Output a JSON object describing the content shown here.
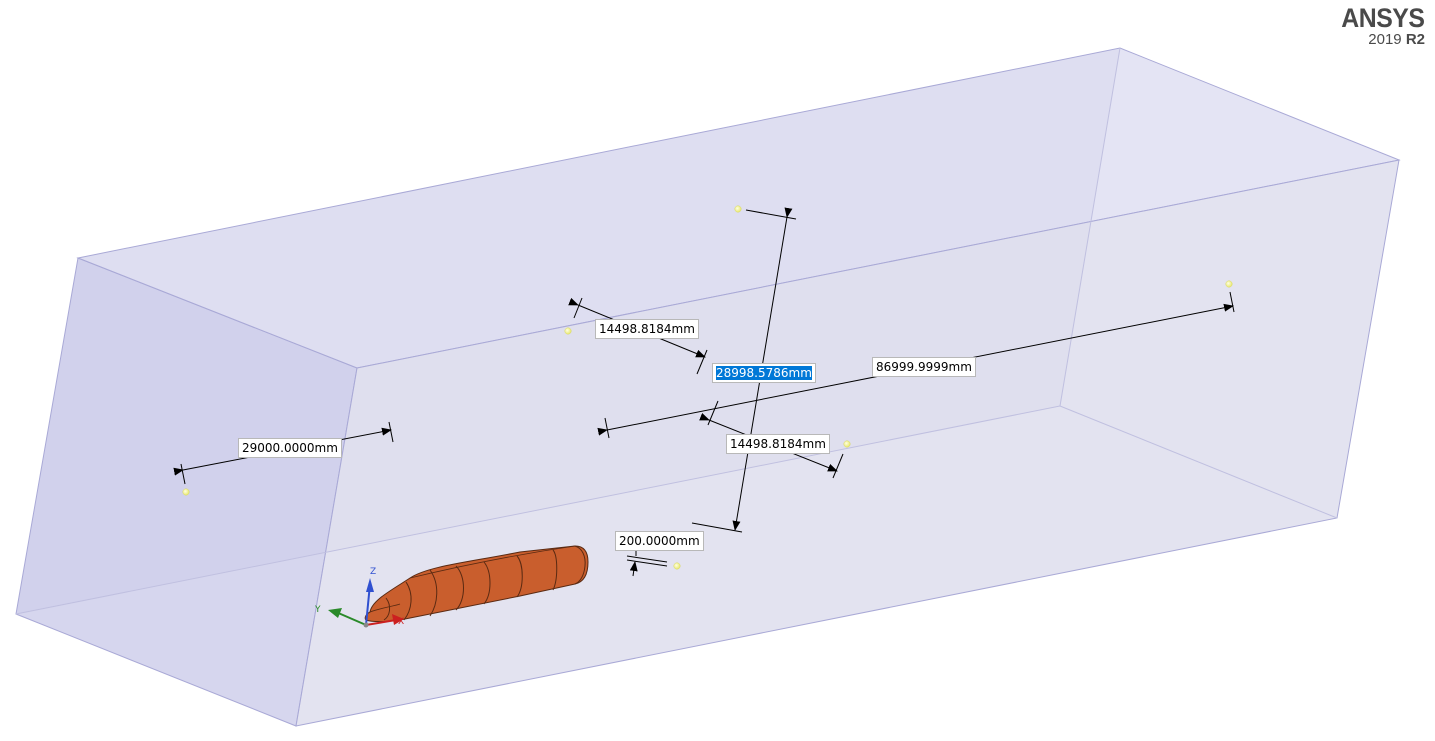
{
  "branding": {
    "product": "ANSYS",
    "version_year": "2019",
    "version_release": "R2"
  },
  "dimensions": {
    "enclosure_width_left": "29000.0000mm",
    "offset_top": "14498.8184mm",
    "height_selected": "28998.5786mm",
    "length": "86999.9999mm",
    "offset_bottom": "14498.8184mm",
    "gap": "200.0000mm"
  },
  "triad": {
    "x": "X",
    "y": "Y",
    "z": "Z"
  },
  "colors": {
    "enclosure_fill": "#c9c9e6",
    "enclosure_edge": "#a9a9d6",
    "body_fill": "#c95e2d",
    "selection": "#0078d7",
    "anchor_point": "#fdfd9a"
  },
  "icons": {
    "triad": "xyz-triad-icon",
    "anchor": "dimension-anchor-point-icon"
  }
}
